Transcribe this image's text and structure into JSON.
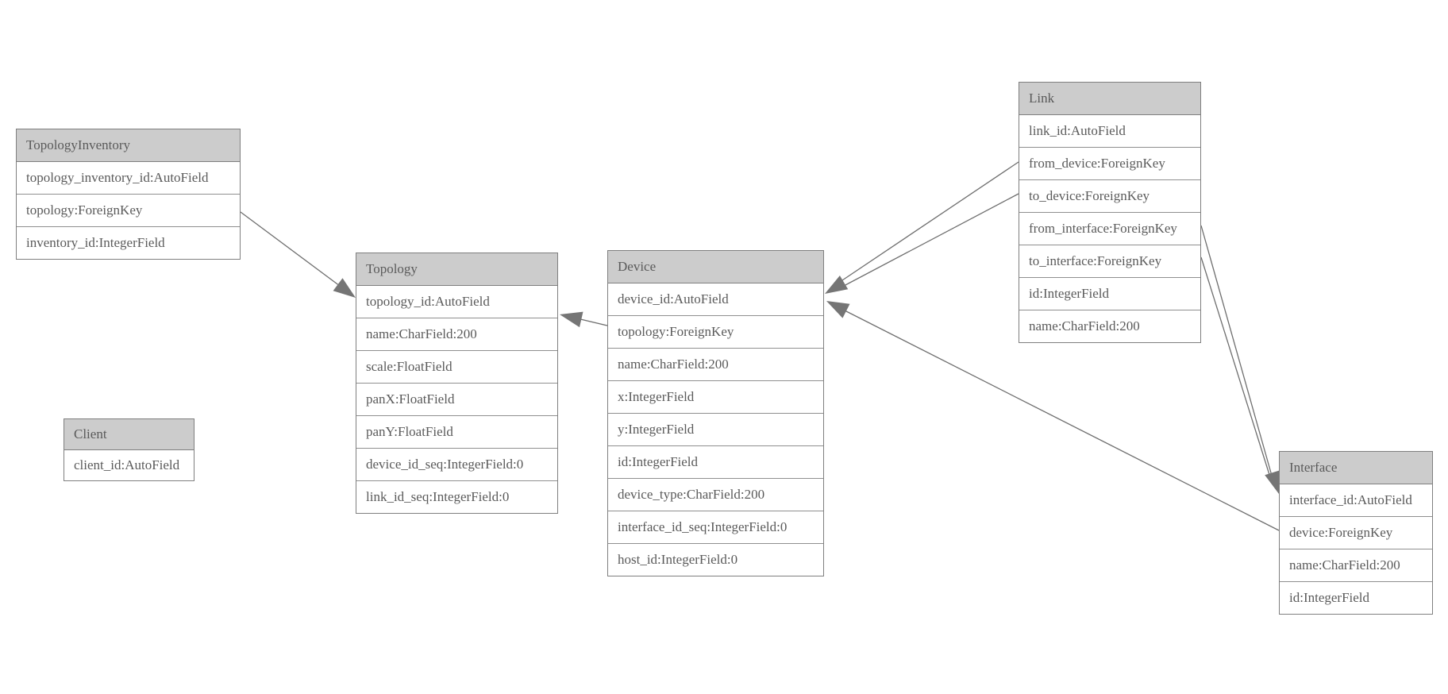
{
  "diagram": {
    "background_color": "#ffffff",
    "header_fill_color": "#cccccc",
    "border_color": "#7f7f7f",
    "text_color": "#5a5a5a",
    "edge_color": "#6e6e6e",
    "arrowhead_color": "#757575"
  },
  "tables": [
    {
      "name": "TopologyInventory",
      "fields": [
        "topology_inventory_id:AutoField",
        "topology:ForeignKey",
        "inventory_id:IntegerField"
      ]
    },
    {
      "name": "Topology",
      "fields": [
        "topology_id:AutoField",
        "name:CharField:200",
        "scale:FloatField",
        "panX:FloatField",
        "panY:FloatField",
        "device_id_seq:IntegerField:0",
        "link_id_seq:IntegerField:0"
      ]
    },
    {
      "name": "Client",
      "fields": [
        "client_id:AutoField"
      ]
    },
    {
      "name": "Device",
      "fields": [
        "device_id:AutoField",
        "topology:ForeignKey",
        "name:CharField:200",
        "x:IntegerField",
        "y:IntegerField",
        "id:IntegerField",
        "device_type:CharField:200",
        "interface_id_seq:IntegerField:0",
        "host_id:IntegerField:0"
      ]
    },
    {
      "name": "Link",
      "fields": [
        "link_id:AutoField",
        "from_device:ForeignKey",
        "to_device:ForeignKey",
        "from_interface:ForeignKey",
        "to_interface:ForeignKey",
        "id:IntegerField",
        "name:CharField:200"
      ]
    },
    {
      "name": "Interface",
      "fields": [
        "interface_id:AutoField",
        "device:ForeignKey",
        "name:CharField:200",
        "id:IntegerField"
      ]
    }
  ],
  "relationships": [
    {
      "from": "TopologyInventory.topology",
      "to": "Topology"
    },
    {
      "from": "Device.topology",
      "to": "Topology"
    },
    {
      "from": "Link.from_device",
      "to": "Device"
    },
    {
      "from": "Link.to_device",
      "to": "Device"
    },
    {
      "from": "Interface.device",
      "to": "Device"
    },
    {
      "from": "Link.from_interface",
      "to": "Interface"
    },
    {
      "from": "Link.to_interface",
      "to": "Interface"
    }
  ]
}
